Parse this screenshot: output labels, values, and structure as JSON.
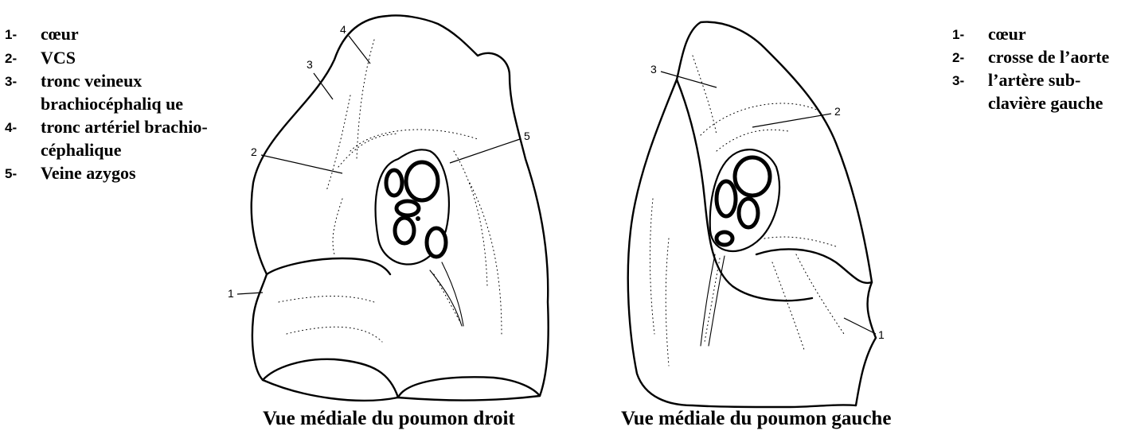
{
  "legend_left": [
    {
      "num": "1-",
      "text": "cœur"
    },
    {
      "num": "2-",
      "text": "VCS"
    },
    {
      "num": "3-",
      "text": "tronc veineux brachiocéphaliq ue"
    },
    {
      "num": "4-",
      "text": "tronc artériel brachio- céphalique"
    },
    {
      "num": "5-",
      "text": "Veine azygos"
    }
  ],
  "legend_right": [
    {
      "num": "1-",
      "text": "cœur"
    },
    {
      "num": "2-",
      "text": "crosse de l’aorte"
    },
    {
      "num": "3-",
      "text": "l’artère sub-clavière gauche"
    }
  ],
  "right_lung_labels": [
    "1",
    "2",
    "3",
    "4",
    "5"
  ],
  "left_lung_labels": [
    "1",
    "2",
    "3"
  ],
  "captions": {
    "right": "Vue médiale du poumon droit",
    "left": "Vue médiale du poumon gauche"
  }
}
